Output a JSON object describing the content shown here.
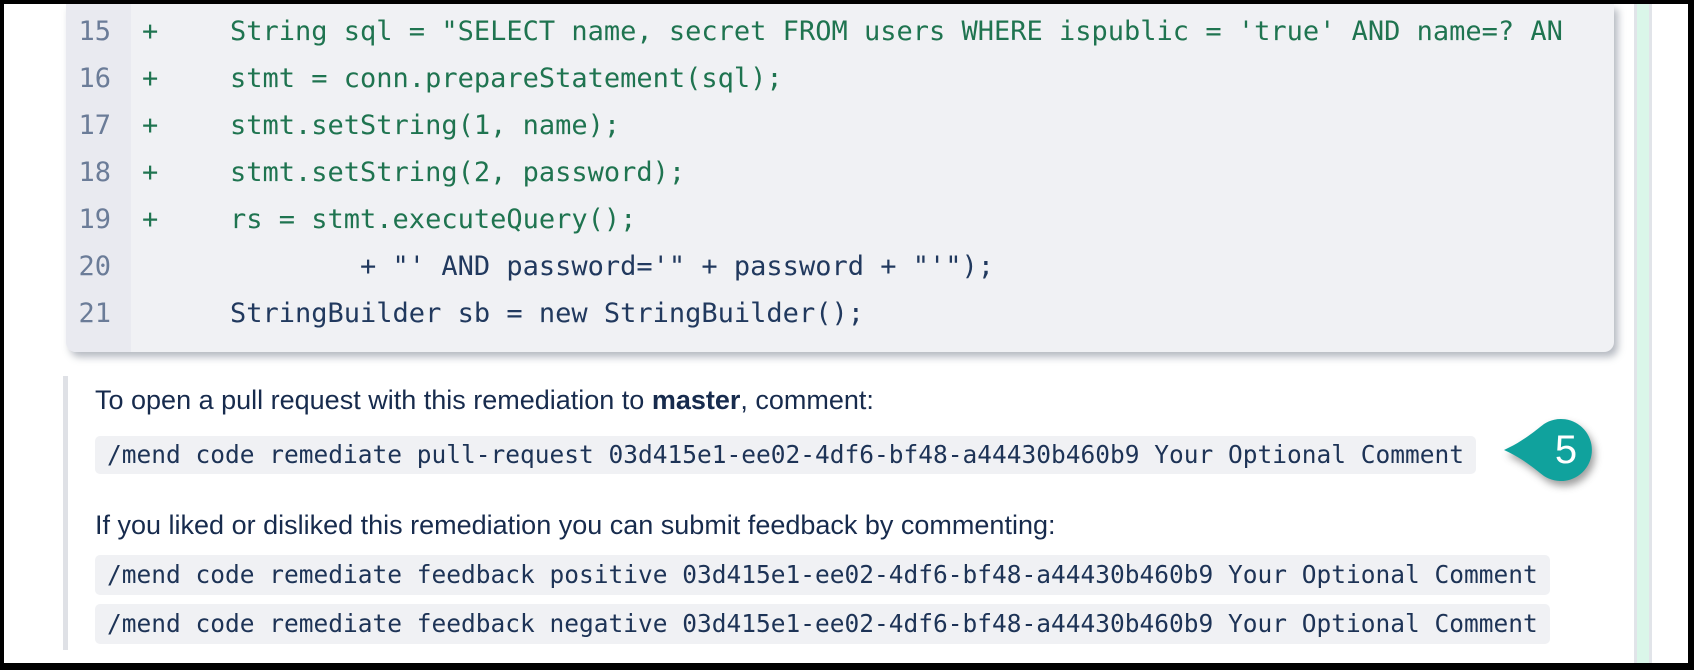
{
  "diff": {
    "lines": [
      {
        "number": "15",
        "sign": "+",
        "type": "added",
        "code": "String sql = \"SELECT name, secret FROM users WHERE ispublic = 'true' AND name=? AN"
      },
      {
        "number": "16",
        "sign": "+",
        "type": "added",
        "code": "stmt = conn.prepareStatement(sql);"
      },
      {
        "number": "17",
        "sign": "+",
        "type": "added",
        "code": "stmt.setString(1, name);"
      },
      {
        "number": "18",
        "sign": "+",
        "type": "added",
        "code": "stmt.setString(2, password);"
      },
      {
        "number": "19",
        "sign": "+",
        "type": "added",
        "code": "rs = stmt.executeQuery();"
      },
      {
        "number": "20",
        "sign": "",
        "type": "context",
        "code": "        + \"' AND password='\" + password + \"'\");"
      },
      {
        "number": "21",
        "sign": "",
        "type": "context",
        "code": "StringBuilder sb = new StringBuilder();"
      }
    ]
  },
  "comment": {
    "pr_line_prefix": "To open a pull request with this remediation to ",
    "pr_line_branch": "master",
    "pr_line_suffix": ", comment:",
    "pr_command": "/mend code remediate pull-request 03d415e1-ee02-4df6-bf48-a44430b460b9 Your Optional Comment",
    "feedback_line": "If you liked or disliked this remediation you can submit feedback by commenting:",
    "feedback_positive_command": "/mend code remediate feedback positive 03d415e1-ee02-4df6-bf48-a44430b460b9 Your Optional Comment",
    "feedback_negative_command": "/mend code remediate feedback negative 03d415e1-ee02-4df6-bf48-a44430b460b9 Your Optional Comment"
  },
  "annotation": {
    "badge_label": "5",
    "badge_color": "#10a29d"
  },
  "colors": {
    "added_text": "#1f7450",
    "context_text": "#21395e",
    "line_number": "#6b7c98",
    "code_block_bg": "#f0f1f4",
    "gutter_bg": "#e9eaf0",
    "body_text": "#172b4d",
    "codespan_bg": "#f0f1f4",
    "blockquote_bar": "#dfe1e6",
    "scroll_strip": "#daf6e9"
  }
}
